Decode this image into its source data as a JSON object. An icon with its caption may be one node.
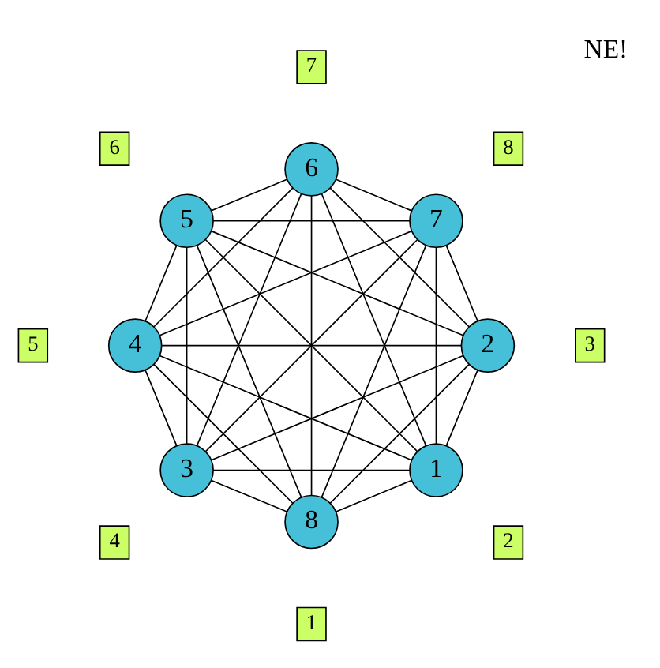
{
  "diagram": {
    "nodes": [
      {
        "text": [
          "1"
        ]
      },
      {
        "text": [
          "2"
        ]
      },
      {
        "text": [
          "3"
        ]
      },
      {
        "text": [
          "4"
        ]
      },
      {
        "text": [
          "5"
        ]
      },
      {
        "text": [
          "6"
        ]
      },
      {
        "text": [
          "7"
        ]
      },
      {
        "text": [
          "8"
        ]
      },
      {
        "text": [
          "2"
        ]
      },
      {
        "text": [
          "3"
        ]
      },
      {
        "text": [
          "4"
        ]
      },
      {
        "text": [
          "5"
        ]
      },
      {
        "text": [
          "6"
        ]
      },
      {
        "text": [
          "7"
        ]
      },
      {
        "text": [
          "8"
        ]
      },
      {
        "text": [
          "1"
        ]
      }
    ],
    "edges": [
      {
        "from": 0,
        "to": 1,
        "arrow": "none"
      },
      {
        "from": 0,
        "to": 2,
        "arrow": "none"
      },
      {
        "from": 0,
        "to": 3,
        "arrow": "none"
      },
      {
        "from": 0,
        "to": 4,
        "arrow": "none"
      },
      {
        "from": 0,
        "to": 5,
        "arrow": "none"
      },
      {
        "from": 0,
        "to": 6,
        "arrow": "none"
      },
      {
        "from": 0,
        "to": 7,
        "arrow": "none"
      },
      {
        "from": 1,
        "to": 2,
        "arrow": "none"
      },
      {
        "from": 1,
        "to": 3,
        "arrow": "none"
      },
      {
        "from": 1,
        "to": 4,
        "arrow": "none"
      },
      {
        "from": 1,
        "to": 5,
        "arrow": "none"
      },
      {
        "from": 1,
        "to": 6,
        "arrow": "none"
      },
      {
        "from": 1,
        "to": 7,
        "arrow": "none"
      },
      {
        "from": 2,
        "to": 3,
        "arrow": "none"
      },
      {
        "from": 2,
        "to": 4,
        "arrow": "none"
      },
      {
        "from": 2,
        "to": 5,
        "arrow": "none"
      },
      {
        "from": 2,
        "to": 6,
        "arrow": "none"
      },
      {
        "from": 2,
        "to": 7,
        "arrow": "none"
      },
      {
        "from": 3,
        "to": 4,
        "arrow": "none"
      },
      {
        "from": 3,
        "to": 5,
        "arrow": "none"
      },
      {
        "from": 3,
        "to": 6,
        "arrow": "none"
      },
      {
        "from": 3,
        "to": 7,
        "arrow": "none"
      },
      {
        "from": 4,
        "to": 5,
        "arrow": "none"
      },
      {
        "from": 4,
        "to": 6,
        "arrow": "none"
      },
      {
        "from": 4,
        "to": 7,
        "arrow": "none"
      },
      {
        "from": 5,
        "to": 6,
        "arrow": "none"
      },
      {
        "from": 5,
        "to": 7,
        "arrow": "none"
      },
      {
        "from": 6,
        "to": 7,
        "arrow": "none"
      }
    ],
    "labels": [
      "NE!"
    ]
  }
}
